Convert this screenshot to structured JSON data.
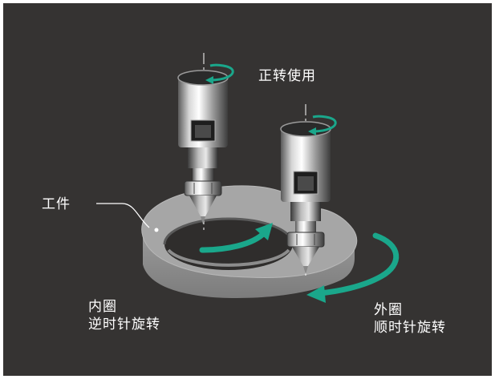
{
  "labels": {
    "forward_use": "正转使用",
    "workpiece": "工件",
    "inner_ring_line1": "内圈",
    "inner_ring_line2": "逆时针旋转",
    "outer_ring_line1": "外圈",
    "outer_ring_line2": "顺时针旋转"
  },
  "colors": {
    "background": "#353332",
    "accent_arrow": "#1aa78b",
    "workpiece_top": "#a5a5a5",
    "workpiece_side": "#8a8a8a",
    "text": "#ffffff"
  },
  "icons": {
    "spindle_rotation": "clockwise-arrow-icon",
    "inner_direction": "curved-arrow-icon",
    "outer_direction": "curved-arrow-icon"
  }
}
